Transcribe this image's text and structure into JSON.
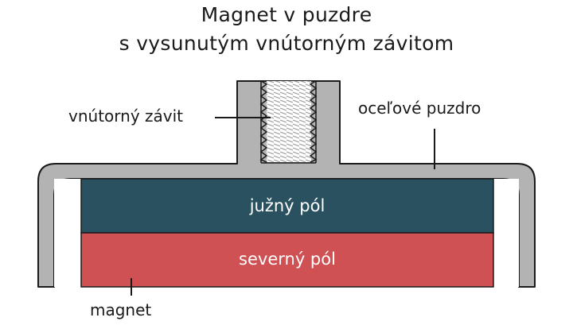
{
  "title": {
    "line1": "Magnet v puzdre",
    "line2": "s vysunutým vnútorným závitom"
  },
  "labels": {
    "thread": "vnútorný závit",
    "housing": "oceľové puzdro",
    "magnet": "magnet"
  },
  "poles": {
    "south": "južný pól",
    "north": "severný pól"
  },
  "colors": {
    "steel": "#b3b3b3",
    "outline": "#1a1a1a",
    "south_pole": "#2a5160",
    "north_pole": "#cf5153"
  }
}
